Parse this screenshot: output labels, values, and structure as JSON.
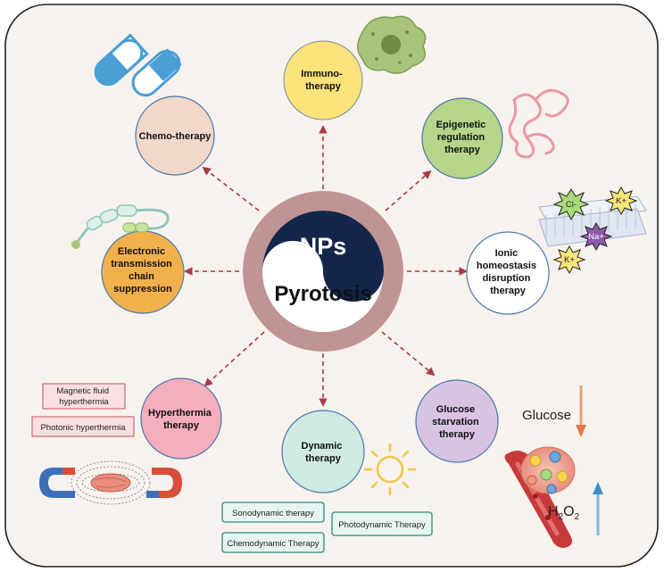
{
  "center": {
    "top": "NPs",
    "bottom": "Pyrotosis"
  },
  "nodes": {
    "immuno": [
      "Immuno-",
      "therapy"
    ],
    "chemo": [
      "Chemo-therapy"
    ],
    "epigenetic": [
      "Epigenetic",
      "regulation",
      "therapy"
    ],
    "ionic": [
      "Ionic",
      "homeostasis",
      "disruption",
      "therapy"
    ],
    "electronic": [
      "Electronic",
      "transmission",
      "chain",
      "suppression"
    ],
    "hyperthermia": [
      "Hyperthermia",
      "therapy"
    ],
    "dynamic": [
      "Dynamic",
      "therapy"
    ],
    "glucose": [
      "Glucose",
      "starvation",
      "therapy"
    ]
  },
  "hyperthermia_types": {
    "magnetic": [
      "Magnetic fluid",
      "hyperthermia"
    ],
    "photonic": "Photonic hyperthermia"
  },
  "dynamic_types": {
    "sonodynamic": "Sonodynamic therapy",
    "chemodynamic": "Chemodynamic Therapy",
    "photodynamic": "Photodynamic Therapy"
  },
  "ions": {
    "chloride": "Cl-",
    "potassium": "K+",
    "sodium": "Na+"
  },
  "glucose_label": "Glucose",
  "h2o2_label": {
    "base": "H",
    "sub1": "2",
    "mid": "O",
    "sub2": "2"
  },
  "colors": {
    "panel_bg": "#f7f2ee",
    "ring": "#c09494",
    "arrow": "#a83a4a",
    "immuno": "#fbe27a",
    "chemo": "#f3d7c9",
    "epigenetic": "#b5d58a",
    "ionic": "#ffffff",
    "electronic": "#f2b04c",
    "hyperthermia": "#f4aebc",
    "dynamic": "#cfeae3",
    "glucose": "#d9c3e3",
    "yin_dark": "#14264a"
  }
}
